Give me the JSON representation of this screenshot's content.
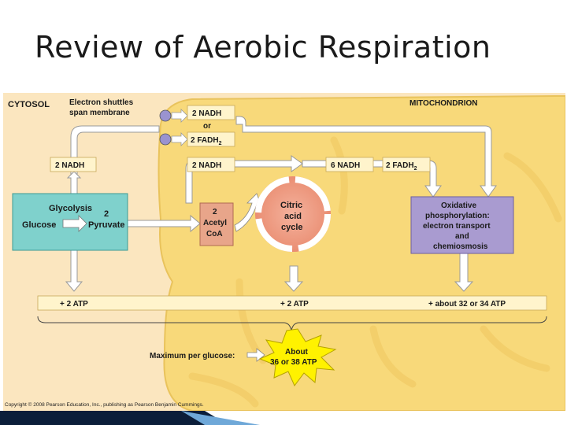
{
  "slide": {
    "title": "Review of Aerobic Respiration"
  },
  "diagram": {
    "cytosol_label": "CYTOSOL",
    "mito_label": "MITOCHONDRION",
    "shuttle_line1": "Electron shuttles",
    "shuttle_line2": "span membrane",
    "nadh_top": "2 NADH",
    "or_label": "or",
    "fadh_top_main": "2 FADH",
    "fadh_top_sub": "2",
    "nadh_left": "2 NADH",
    "nadh_mid": "2 NADH",
    "nadh_six": "6 NADH",
    "fadh_right_main": "2 FADH",
    "fadh_right_sub": "2",
    "glycolysis": "Glycolysis",
    "glucose": "Glucose",
    "pyruvate_num": "2",
    "pyruvate": "Pyruvate",
    "acetyl_1": "2",
    "acetyl_2": "Acetyl",
    "acetyl_3": "CoA",
    "citric_1": "Citric",
    "citric_2": "acid",
    "citric_3": "cycle",
    "oxphos_1": "Oxidative",
    "oxphos_2": "phosphorylation:",
    "oxphos_3": "electron transport",
    "oxphos_4": "and",
    "oxphos_5": "chemiosmosis",
    "atp_left": "+ 2 ATP",
    "atp_mid": "+ 2 ATP",
    "atp_right": "+ about 32 or 34 ATP",
    "max_label": "Maximum per glucose:",
    "about_1": "About",
    "about_2": "36 or 38 ATP",
    "copyright": "Copyright © 2008 Pearson Education, Inc., publishing as Pearson Benjamin Cummings."
  },
  "colors": {
    "cytosol_bg": "#fbe6bf",
    "mito_fill": "#f8d97a",
    "cream_box": "#fff4cc",
    "glycolysis_box": "#7fd1cc",
    "acetyl_box": "#e8a58a",
    "citric_fill": "#ef9b82",
    "oxphos_box": "#a99bd0",
    "shuttle_circle": "#9a93d0",
    "star": "#fff200"
  }
}
